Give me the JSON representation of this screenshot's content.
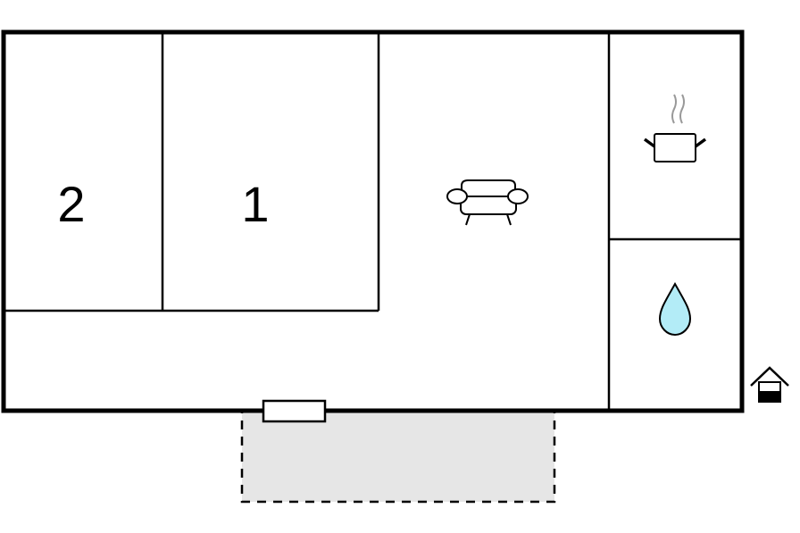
{
  "floorplan": {
    "rooms": [
      {
        "id": "bedroom-2",
        "label": "2",
        "type": "bedroom"
      },
      {
        "id": "bedroom-1",
        "label": "1",
        "type": "bedroom"
      },
      {
        "id": "living-room",
        "label": "",
        "type": "living-room",
        "icon": "sofa-icon"
      },
      {
        "id": "kitchen",
        "label": "",
        "type": "kitchen",
        "icon": "cooking-pot-icon"
      },
      {
        "id": "bathroom",
        "label": "",
        "type": "bathroom",
        "icon": "water-drop-icon"
      }
    ],
    "outside": {
      "terrace": {
        "type": "terrace",
        "border_style": "dashed"
      },
      "entrance_icon": "entrance-house-icon"
    },
    "colors": {
      "wall": "#000000",
      "terrace_fill": "#e6e6e6",
      "water_drop_fill": "#b3ecf7",
      "background": "#ffffff"
    }
  }
}
